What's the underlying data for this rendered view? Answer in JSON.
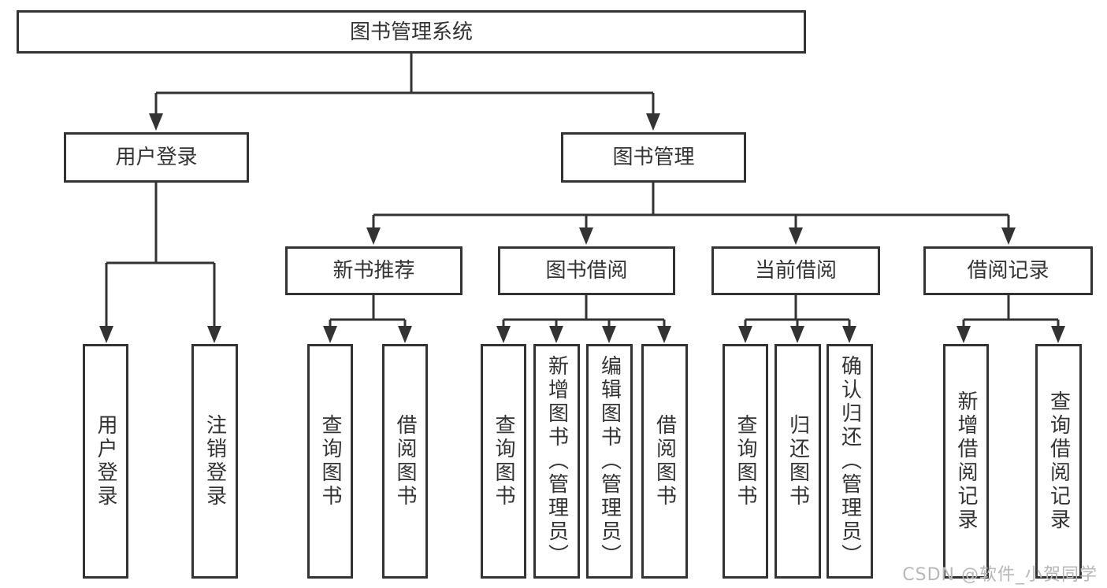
{
  "diagram_title": "图书管理系统",
  "tree": {
    "label": "图书管理系统",
    "children": [
      {
        "label": "用户登录",
        "children": [
          {
            "label": "用户登录"
          },
          {
            "label": "注销登录"
          }
        ]
      },
      {
        "label": "图书管理",
        "children": [
          {
            "label": "新书推荐",
            "children": [
              {
                "label": "查询图书"
              },
              {
                "label": "借阅图书"
              }
            ]
          },
          {
            "label": "图书借阅",
            "children": [
              {
                "label": "查询图书"
              },
              {
                "label": "新增图书（管理员）"
              },
              {
                "label": "编辑图书（管理员）"
              },
              {
                "label": "借阅图书"
              }
            ]
          },
          {
            "label": "当前借阅",
            "children": [
              {
                "label": "查询图书"
              },
              {
                "label": "归还图书"
              },
              {
                "label": "确认归还（管理员）"
              }
            ]
          },
          {
            "label": "借阅记录",
            "children": [
              {
                "label": "新增借阅记录"
              },
              {
                "label": "查询借阅记录"
              }
            ]
          }
        ]
      }
    ]
  },
  "watermark": {
    "text": "CSDN @软件_小贺同学"
  },
  "colors": {
    "line": "#333333",
    "box_border": "#333333",
    "text": "#333333",
    "watermark": "#b7b7b7",
    "background": "#ffffff"
  }
}
